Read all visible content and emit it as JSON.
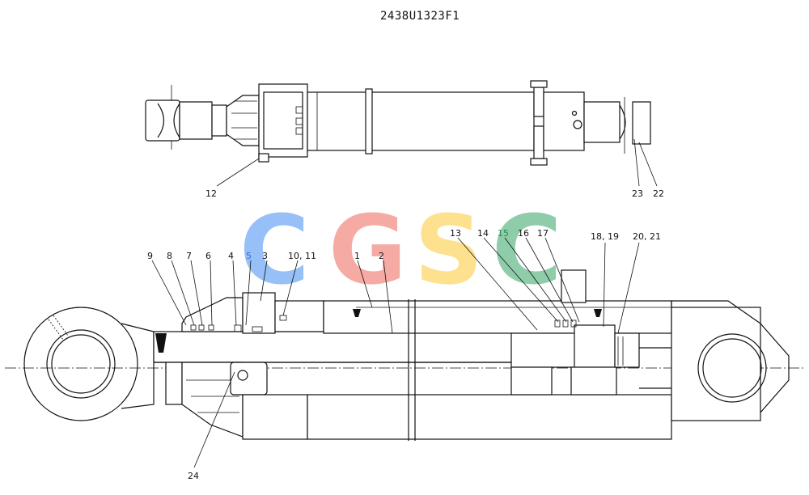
{
  "drawing": {
    "title": "2438U1323F1"
  },
  "watermark": {
    "letters": [
      {
        "char": "C",
        "color": "#6fa8f5"
      },
      {
        "char": "G",
        "color": "#f28b82"
      },
      {
        "char": "S",
        "color": "#fdd663"
      },
      {
        "char": "C",
        "color": "#63b98a"
      }
    ]
  },
  "top_view": {
    "callouts": [
      "12",
      "23",
      "22"
    ]
  },
  "section_view": {
    "callouts": [
      "9",
      "8",
      "7",
      "6",
      "4",
      "5",
      "3",
      "10, 11",
      "1",
      "2",
      "13",
      "14",
      "15",
      "16",
      "17",
      "18, 19",
      "20, 21",
      "24"
    ]
  },
  "colors": {
    "line": "#111111",
    "highlight_label": "#3a6fd8",
    "highlight_label_2": "#2e8b57"
  }
}
